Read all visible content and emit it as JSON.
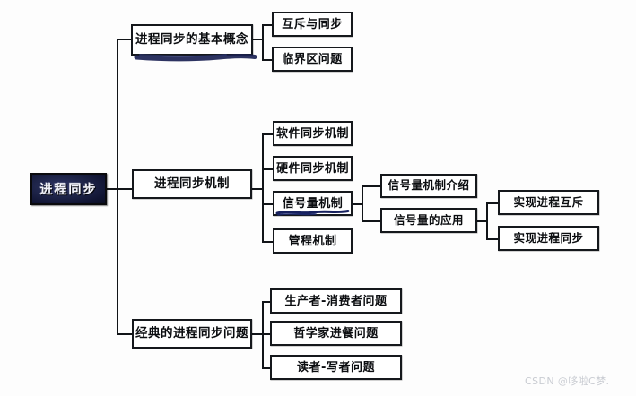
{
  "diagram": {
    "title": "进程同步",
    "type": "mindmap",
    "root": {
      "label": "进程同步",
      "accent_color": "#1d2347",
      "text_color": "#f2f3fa"
    },
    "branches": [
      {
        "label": "进程同步的基本概念",
        "children": [
          {
            "label": "互斥与同步",
            "children": []
          },
          {
            "label": "临界区问题",
            "children": []
          }
        ]
      },
      {
        "label": "进程同步机制",
        "children": [
          {
            "label": "软件同步机制",
            "children": []
          },
          {
            "label": "硬件同步机制",
            "children": []
          },
          {
            "label": "信号量机制",
            "highlighted": true,
            "children": [
              {
                "label": "信号量机制介绍",
                "children": []
              },
              {
                "label": "信号量的应用",
                "children": [
                  {
                    "label": "实现进程互斥"
                  },
                  {
                    "label": "实现进程同步"
                  }
                ]
              }
            ]
          },
          {
            "label": "管程机制",
            "children": []
          }
        ]
      },
      {
        "label": "经典的进程同步问题",
        "children": [
          {
            "label": "生产者-消费者问题",
            "children": []
          },
          {
            "label": "哲学家进餐问题",
            "children": []
          },
          {
            "label": "读者-写者问题",
            "children": []
          }
        ]
      }
    ]
  },
  "annotations": {
    "highlight_color": "#16205e",
    "underline_concept_box": "进程同步的基本概念",
    "underline_semaphore_box": "信号量机制"
  },
  "watermark": {
    "text": "CSDN @哆啦C梦."
  }
}
